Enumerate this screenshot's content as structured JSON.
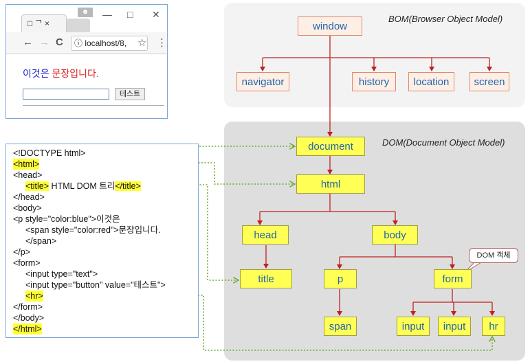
{
  "browser": {
    "tab_title": "□ ᄀ ×",
    "minimize": "—",
    "maximize": "□",
    "close": "✕",
    "back_icon": "←",
    "forward_icon": "→",
    "reload_icon": "C",
    "url": "ⓘ localhost/8,",
    "star_icon": "☆",
    "menu_icon": "⋮",
    "text_blue": "이것은",
    "text_red": "문장입니다.",
    "button_value": "테스트"
  },
  "code": [
    {
      "text": "<!DOCTYPE html>"
    },
    {
      "text": "<html>"
    },
    {
      "text": "<head>"
    },
    {
      "text": "<title>"
    },
    {
      "text": "HTML DOM 트리"
    },
    {
      "text": "</title>"
    },
    {
      "text": "</head>"
    },
    {
      "text": "<body>"
    },
    {
      "text": "<p style=\"color:blue\">이것은"
    },
    {
      "text": "<span style=\"color:red\">문장입니다."
    },
    {
      "text": "</span>"
    },
    {
      "text": "</p>"
    },
    {
      "text": "<form>"
    },
    {
      "text": "<input type=\"text\">"
    },
    {
      "text": "<input type=\"button\" value=\"테스트\">"
    },
    {
      "text": "<hr>"
    },
    {
      "text": "</form>"
    },
    {
      "text": "</body>"
    },
    {
      "text": "</html>"
    }
  ],
  "bom": {
    "label": "BOM(Browser Object Model)",
    "nodes": {
      "window": "window",
      "navigator": "navigator",
      "history": "history",
      "location": "location",
      "screen": "screen"
    }
  },
  "dom": {
    "label": "DOM(Document Object Model)",
    "nodes": {
      "document": "document",
      "html": "html",
      "head": "head",
      "body": "body",
      "title": "title",
      "p": "p",
      "form": "form",
      "span": "span",
      "input1": "input",
      "input2": "input",
      "hr": "hr"
    },
    "callout": "DOM 객체"
  },
  "colors": {
    "tree_line": "#c02020",
    "link_line": "#6aaa30",
    "highlight": "#ffff33",
    "node_text": "#2266aa"
  }
}
